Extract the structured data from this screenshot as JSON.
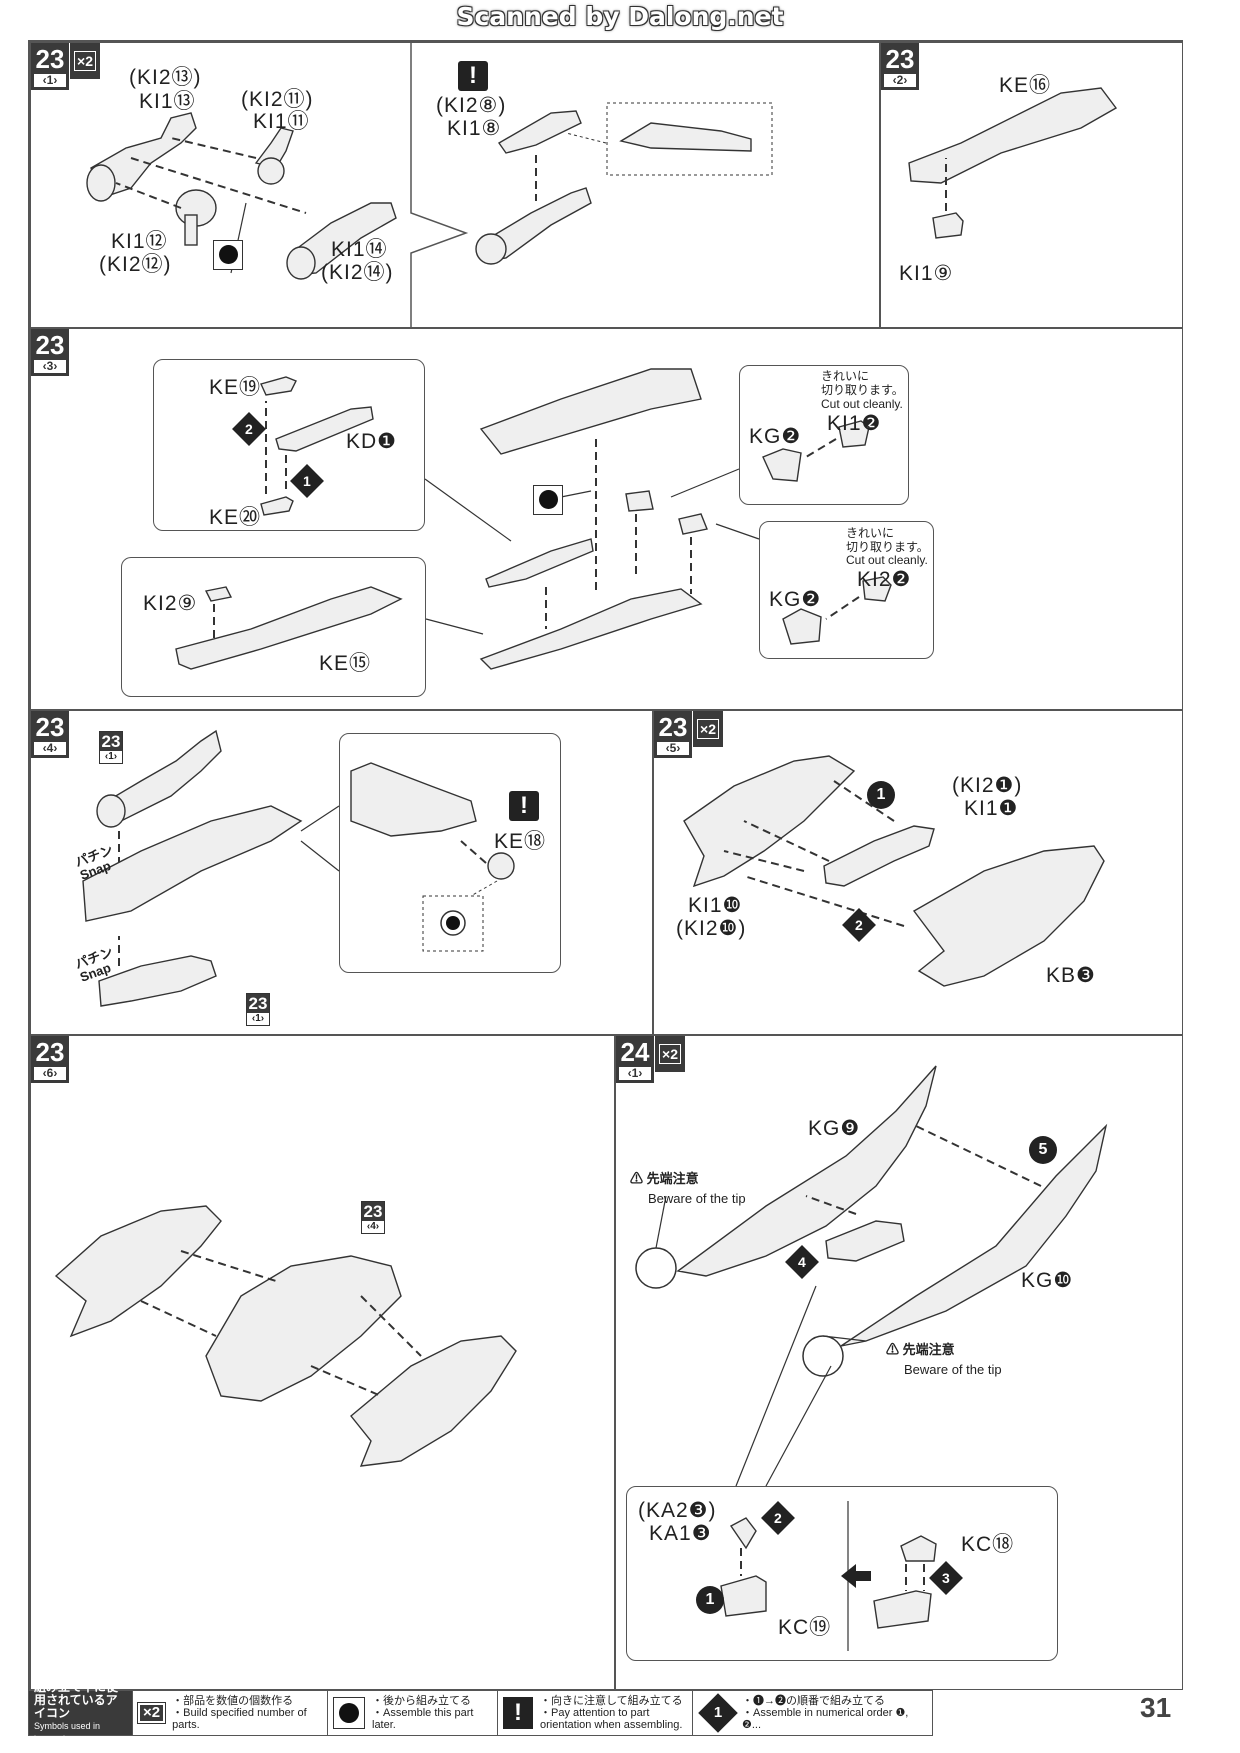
{
  "header": {
    "scan_credit": "Scanned by Dalong.net"
  },
  "steps": {
    "s23_1": {
      "num": "23",
      "sub": "‹1›",
      "mult": "×2",
      "labels": [
        "(KI2⑬)",
        "KI1⑬",
        "(KI2⑪)",
        "KI1⑪",
        "KI1⑫",
        "(KI2⑫)",
        "KI1⑭",
        "(KI2⑭)",
        "(KI2⑧)",
        "KI1⑧"
      ]
    },
    "s23_2": {
      "num": "23",
      "sub": "‹2›",
      "labels": [
        "KE⑯",
        "KI1⑨"
      ]
    },
    "s23_3": {
      "num": "23",
      "sub": "‹3›",
      "labels": [
        "KE⑲",
        "KD❶",
        "KE⑳",
        "KI2⑨",
        "KE⑮",
        "KG❷",
        "KI1❷",
        "KG❷",
        "KI2❷"
      ],
      "cut_jp": "きれいに\n切り取ります。",
      "cut_en": "Cut out cleanly."
    },
    "s23_4": {
      "num": "23",
      "sub": "‹4›",
      "labels": [
        "KE⑱"
      ],
      "snap_jp": "パチン",
      "snap_en": "Snap",
      "ref_num": "23",
      "ref_sub": "‹1›"
    },
    "s23_5": {
      "num": "23",
      "sub": "‹5›",
      "mult": "×2",
      "labels": [
        "(KI2❶)",
        "KI1❶",
        "KI1❿",
        "(KI2❿)",
        "KB❸"
      ]
    },
    "s23_6": {
      "num": "23",
      "sub": "‹6›",
      "ref_num": "23",
      "ref_sub": "‹4›"
    },
    "s24_1": {
      "num": "24",
      "sub": "‹1›",
      "mult": "×2",
      "labels": [
        "KG❾",
        "KG❿",
        "(KA2❸)",
        "KA1❸",
        "KC⑱",
        "KC⑲"
      ],
      "tip_jp": "⚠ 先端注意",
      "tip_en": "Beware of the tip"
    }
  },
  "order_badges": [
    "1",
    "2",
    "3",
    "4",
    "5"
  ],
  "legend": {
    "head_jp": "組み立て中に使用されているアイコン",
    "head_en": "Symbols used in instructions",
    "items": [
      {
        "icon": "×2",
        "jp": "・部品を数値の個数作る",
        "en": "・Build specified number of parts."
      },
      {
        "icon": "bucket-icon",
        "jp": "・後から組み立てる",
        "en": "・Assemble this part later."
      },
      {
        "icon": "!",
        "jp": "・向きに注意して組み立てる",
        "en": "・Pay attention to part orientation when assembling."
      },
      {
        "icon": "1",
        "jp": "・❶→❷の順番で組み立てる",
        "en": "・Assemble in numerical order ❶, ❷..."
      }
    ]
  },
  "page_number": "31"
}
